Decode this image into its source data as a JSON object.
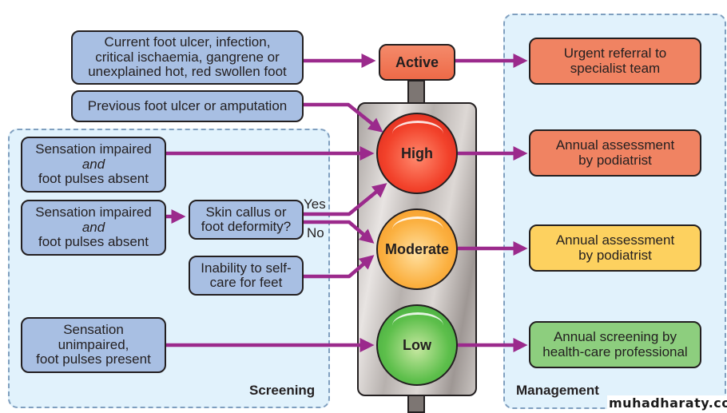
{
  "panels": {
    "screening": {
      "label": "Screening"
    },
    "management": {
      "label": "Management"
    }
  },
  "inputs": {
    "current_ulcer": {
      "lines": [
        "Current foot ulcer, infection,",
        "critical ischaemia, gangrene or",
        "unexplained hot, red swollen foot"
      ]
    },
    "previous_ulcer": {
      "lines": [
        "Previous foot ulcer or amputation"
      ]
    },
    "sensation_absent_1": {
      "line1": "Sensation impaired",
      "conj": "and",
      "line2": "foot pulses absent"
    },
    "sensation_absent_2": {
      "line1": "Sensation impaired",
      "conj": "and",
      "line2": "foot pulses absent"
    },
    "callus_question": {
      "lines": [
        "Skin callus or",
        "foot deformity?"
      ]
    },
    "self_care": {
      "lines": [
        "Inability to self-",
        "care for feet"
      ]
    },
    "sensation_normal": {
      "lines": [
        "Sensation",
        "unimpaired,",
        "foot pulses present"
      ]
    }
  },
  "branches": {
    "yes": "Yes",
    "no": "No"
  },
  "risk_levels": {
    "active": "Active",
    "high": "High",
    "moderate": "Moderate",
    "low": "Low"
  },
  "management": {
    "active": {
      "lines": [
        "Urgent referral to",
        "specialist team"
      ]
    },
    "high": {
      "lines": [
        "Annual assessment",
        "by podiatrist"
      ]
    },
    "moderate": {
      "lines": [
        "Annual assessment",
        "by podiatrist"
      ]
    },
    "low": {
      "lines": [
        "Annual screening by",
        "health-care professional"
      ]
    }
  },
  "colors": {
    "arrow": "#9b2a8c",
    "input_box": "#a8bfe3",
    "panel_bg": "#e1f2fc",
    "active_red": "#f08362",
    "moderate_yellow": "#fdd15f",
    "low_green": "#8dce7e"
  },
  "watermark": "muhadharaty.com"
}
